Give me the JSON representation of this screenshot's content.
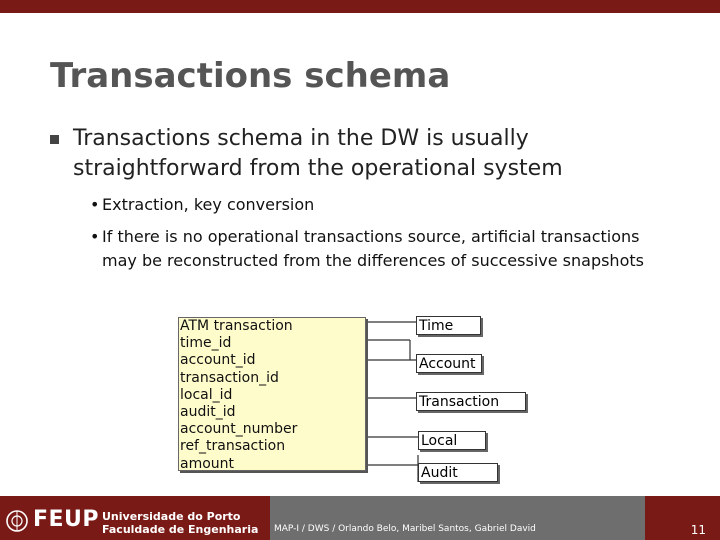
{
  "slide": {
    "title": "Transactions schema",
    "bullet": "Transactions schema in the DW is usually straightforward from the operational system",
    "sub_bullets": [
      "Extraction, key conversion",
      "If there is no operational transactions source, artificial transactions may be reconstructed from the differences of successive snapshots"
    ]
  },
  "diagram": {
    "fact_table": {
      "name": "ATM transaction",
      "fields": [
        "time_id",
        "account_id",
        "transaction_id",
        "local_id",
        "audit_id",
        "account_number",
        "ref_transaction",
        "amount"
      ]
    },
    "dimensions": [
      "Time",
      "Account",
      "Transaction",
      "Local",
      "Audit"
    ],
    "colors": {
      "fact_fill": "#fffccc",
      "accent": "#7a1a16"
    }
  },
  "footer": {
    "logo": "FEUP",
    "university": "Universidade do Porto",
    "faculty": "Faculdade de Engenharia",
    "credit": "MAP-I / DWS / Orlando Belo, Maribel Santos, Gabriel David",
    "page_number": "11"
  }
}
